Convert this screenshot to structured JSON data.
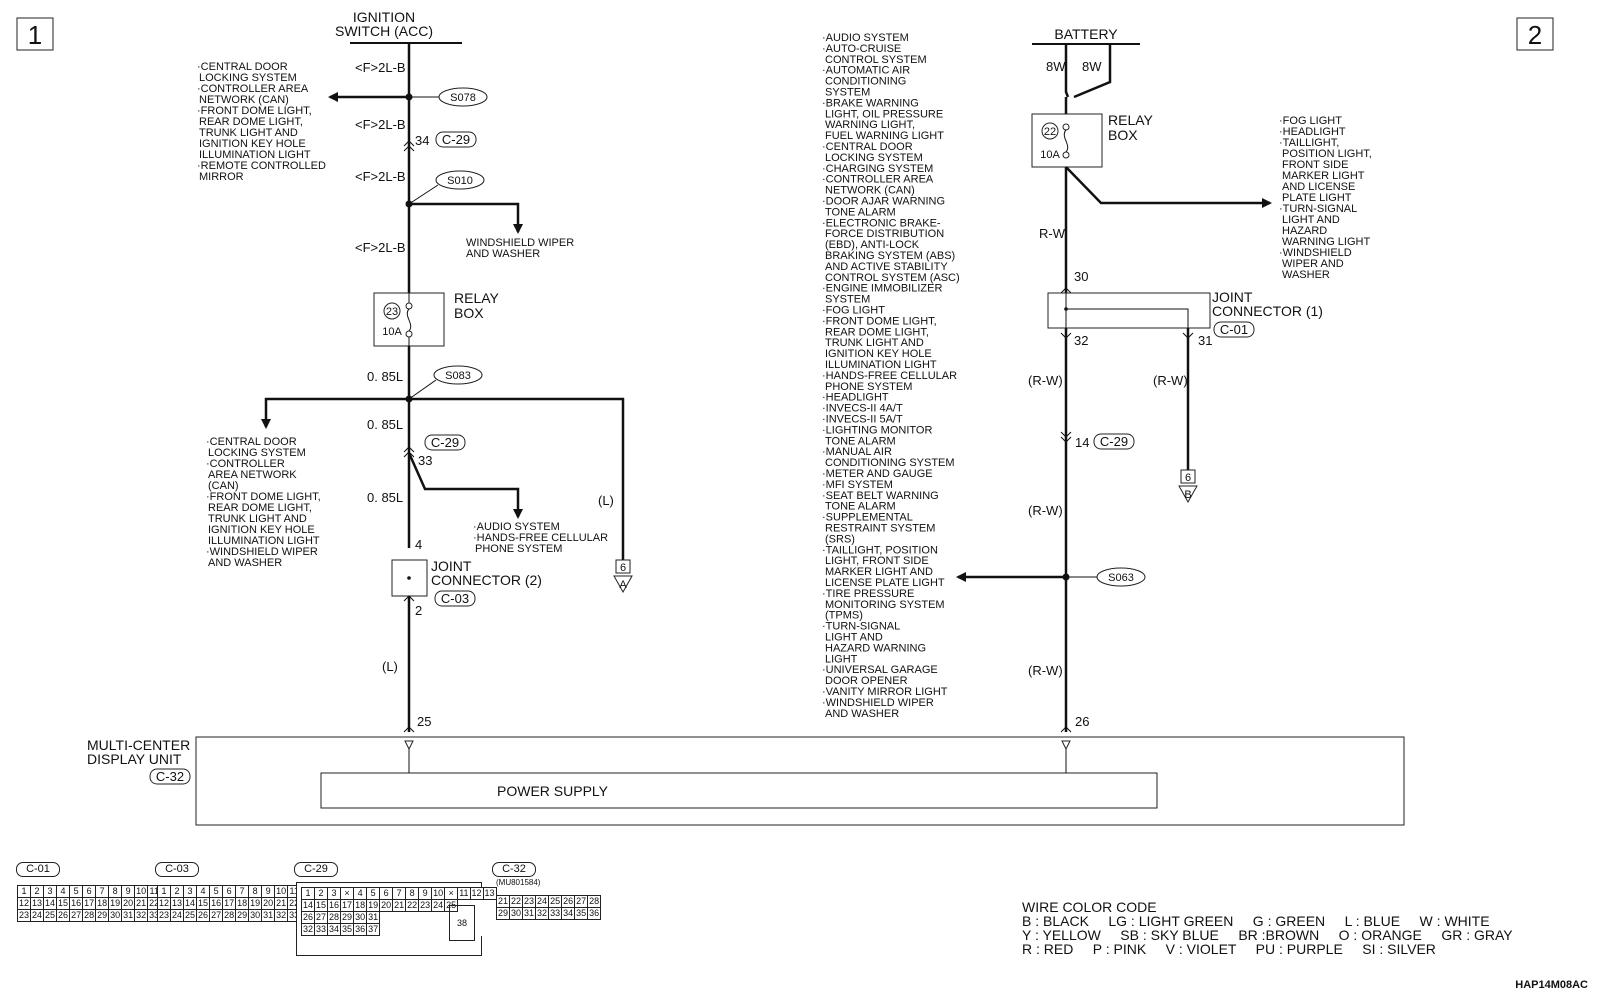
{
  "page_markers": [
    "1",
    "2"
  ],
  "left_circuit": {
    "source": [
      "IGNITION",
      "SWITCH (ACC)"
    ],
    "wire_f1": "<F>2L-B",
    "wire_f2": "<F>2L-B",
    "wire_f3": "<F>2L-B",
    "wire_f4": "<F>2L-B",
    "splice_s078": "S078",
    "splice_s010": "S010",
    "splice_s083": "S083",
    "pin_34": "34",
    "conn_c29_a": "C-29",
    "branch_s078_list": [
      "·CENTRAL DOOR",
      "LOCKING SYSTEM",
      "·CONTROLLER AREA",
      "NETWORK (CAN)",
      "·FRONT DOME LIGHT,",
      "REAR DOME LIGHT,",
      "TRUNK LIGHT AND",
      "IGNITION KEY HOLE",
      "ILLUMINATION LIGHT",
      "·REMOTE CONTROLLED",
      "MIRROR"
    ],
    "branch_s010_list": [
      "WINDSHIELD WIPER",
      "AND WASHER"
    ],
    "relay_box": {
      "fuse_no": "23",
      "amp": "10A",
      "label": [
        "RELAY",
        "BOX"
      ]
    },
    "wire_085_1": "0. 85L",
    "wire_085_2": "0. 85L",
    "wire_085_3": "0. 85L",
    "conn_c29_b": "C-29",
    "pin_33": "33",
    "branch_s083_list": [
      "·CENTRAL DOOR",
      "LOCKING SYSTEM",
      "·CONTROLLER",
      "AREA NETWORK",
      "(CAN)",
      "·FRONT DOME LIGHT,",
      "REAR DOME LIGHT,",
      "TRUNK LIGHT AND",
      "IGNITION KEY HOLE",
      "ILLUMINATION LIGHT",
      "·WINDSHIELD WIPER",
      "AND WASHER"
    ],
    "branch_33_list": [
      "·AUDIO SYSTEM",
      "·HANDS-FREE CELLULAR",
      "PHONE SYSTEM"
    ],
    "wire_L_right": "(L)",
    "ref_6": "6",
    "ref_A": "A",
    "pin_4": "4",
    "joint_label": [
      "JOINT",
      "CONNECTOR (2)"
    ],
    "conn_c03": "C-03",
    "pin_2": "2",
    "wire_L_bottom": "(L)",
    "pin_25": "25"
  },
  "center_list": [
    "·AUDIO SYSTEM",
    "·AUTO-CRUISE",
    "CONTROL SYSTEM",
    "·AUTOMATIC AIR",
    "CONDITIONING",
    "SYSTEM",
    "·BRAKE WARNING",
    "LIGHT, OIL PRESSURE",
    "WARNING LIGHT,",
    "FUEL WARNING LIGHT",
    "·CENTRAL DOOR",
    "LOCKING SYSTEM",
    "·CHARGING SYSTEM",
    "·CONTROLLER AREA",
    "NETWORK (CAN)",
    "·DOOR AJAR WARNING",
    "TONE ALARM",
    "·ELECTRONIC BRAKE-",
    "FORCE DISTRIBUTION",
    "(EBD), ANTI-LOCK",
    "BRAKING SYSTEM (ABS)",
    "AND ACTIVE STABILITY",
    "CONTROL SYSTEM (ASC)",
    "·ENGINE IMMOBILIZER",
    "SYSTEM",
    "·FOG LIGHT",
    "·FRONT DOME LIGHT,",
    "REAR DOME LIGHT,",
    "TRUNK LIGHT AND",
    "IGNITION KEY HOLE",
    "ILLUMINATION LIGHT",
    "·HANDS-FREE CELLULAR",
    "PHONE SYSTEM",
    "·HEADLIGHT",
    "·INVECS-II 4A/T",
    "·INVECS-II 5A/T",
    "·LIGHTING MONITOR",
    "TONE ALARM",
    "·MANUAL AIR",
    "CONDITIONING SYSTEM",
    "·METER AND GAUGE",
    "·MFI SYSTEM",
    "·SEAT BELT WARNING",
    "TONE ALARM",
    "·SUPPLEMENTAL",
    "RESTRAINT SYSTEM",
    "(SRS)",
    "·TAILLIGHT, POSITION",
    "LIGHT, FRONT SIDE",
    "MARKER LIGHT AND",
    "LICENSE PLATE LIGHT",
    "·TIRE PRESSURE",
    "MONITORING SYSTEM",
    "(TPMS)",
    "·TURN-SIGNAL",
    "LIGHT AND",
    "HAZARD WARNING",
    "LIGHT",
    "·UNIVERSAL GARAGE",
    "DOOR OPENER",
    "·VANITY MIRROR LIGHT",
    "·WINDSHIELD WIPER",
    "AND WASHER"
  ],
  "right_circuit": {
    "source": "BATTERY",
    "wire_8w_a": "8W",
    "wire_8w_b": "8W",
    "relay_box": {
      "fuse_no": "22",
      "amp": "10A",
      "label": [
        "RELAY",
        "BOX"
      ]
    },
    "branch_list": [
      "·FOG LIGHT",
      "·HEADLIGHT",
      "·TAILLIGHT,",
      "POSITION LIGHT,",
      "FRONT SIDE",
      "MARKER LIGHT",
      "AND LICENSE",
      "PLATE LIGHT",
      "·TURN-SIGNAL",
      "LIGHT AND",
      "HAZARD",
      "WARNING LIGHT",
      "·WINDSHIELD",
      "WIPER AND",
      "WASHER"
    ],
    "wire_rw": "R-W",
    "pin_30": "30",
    "joint_label": [
      "JOINT",
      "CONNECTOR (1)"
    ],
    "conn_c01": "C-01",
    "pin_32": "32",
    "pin_31": "31",
    "wire_rw_p1": "(R-W)",
    "wire_rw_p2": "(R-W)",
    "wire_rw_p3": "(R-W)",
    "wire_rw_p4": "(R-W)",
    "pin_14": "14",
    "conn_c29": "C-29",
    "ref_6": "6",
    "ref_B": "B",
    "splice_s063": "S063",
    "pin_26": "26"
  },
  "unit": {
    "name": [
      "MULTI-CENTER",
      "DISPLAY UNIT"
    ],
    "conn": "C-32",
    "inner": "POWER SUPPLY"
  },
  "connectors": {
    "c01": {
      "label": "C-01",
      "rows": [
        [
          "1",
          "2",
          "3",
          "4",
          "5",
          "6",
          "7",
          "8",
          "9",
          "10",
          "11"
        ],
        [
          "12",
          "13",
          "14",
          "15",
          "16",
          "17",
          "18",
          "19",
          "20",
          "21",
          "22"
        ],
        [
          "23",
          "24",
          "25",
          "26",
          "27",
          "28",
          "29",
          "30",
          "31",
          "32",
          "33"
        ]
      ]
    },
    "c03": {
      "label": "C-03",
      "rows": [
        [
          "1",
          "2",
          "3",
          "4",
          "5",
          "6",
          "7",
          "8",
          "9",
          "10",
          "11"
        ],
        [
          "12",
          "13",
          "14",
          "15",
          "16",
          "17",
          "18",
          "19",
          "20",
          "21",
          "22"
        ],
        [
          "23",
          "24",
          "25",
          "26",
          "27",
          "28",
          "29",
          "30",
          "31",
          "32",
          "33"
        ]
      ]
    },
    "c29": {
      "label": "C-29",
      "rows": [
        [
          "1",
          "2",
          "3",
          "×",
          "4",
          "5",
          "6",
          "7",
          "8",
          "9",
          "10",
          "×",
          "11",
          "12",
          "13"
        ],
        [
          "14",
          "15",
          "16",
          "17",
          "18",
          "19",
          "20",
          "21",
          "22",
          "23",
          "24",
          "25"
        ],
        [
          "26",
          "27",
          "28",
          "29",
          "30",
          "31"
        ],
        [
          "32",
          "33",
          "34",
          "35",
          "36",
          "37"
        ]
      ],
      "extra": "38"
    },
    "c32": {
      "label": "C-32",
      "part": "(MU801584)",
      "rows": [
        [
          "21",
          "22",
          "23",
          "24",
          "25",
          "26",
          "27",
          "28"
        ],
        [
          "29",
          "30",
          "31",
          "32",
          "33",
          "34",
          "35",
          "36"
        ]
      ]
    }
  },
  "legend": {
    "title": "WIRE COLOR CODE",
    "lines": [
      "B : BLACK     LG : LIGHT GREEN     G : GREEN     L : BLUE     W : WHITE",
      "Y : YELLOW     SB : SKY BLUE     BR :BROWN     O : ORANGE     GR : GRAY",
      "R : RED     P : PINK     V : VIOLET     PU : PURPLE     SI : SILVER"
    ]
  },
  "figure_code": "HAP14M08AC"
}
